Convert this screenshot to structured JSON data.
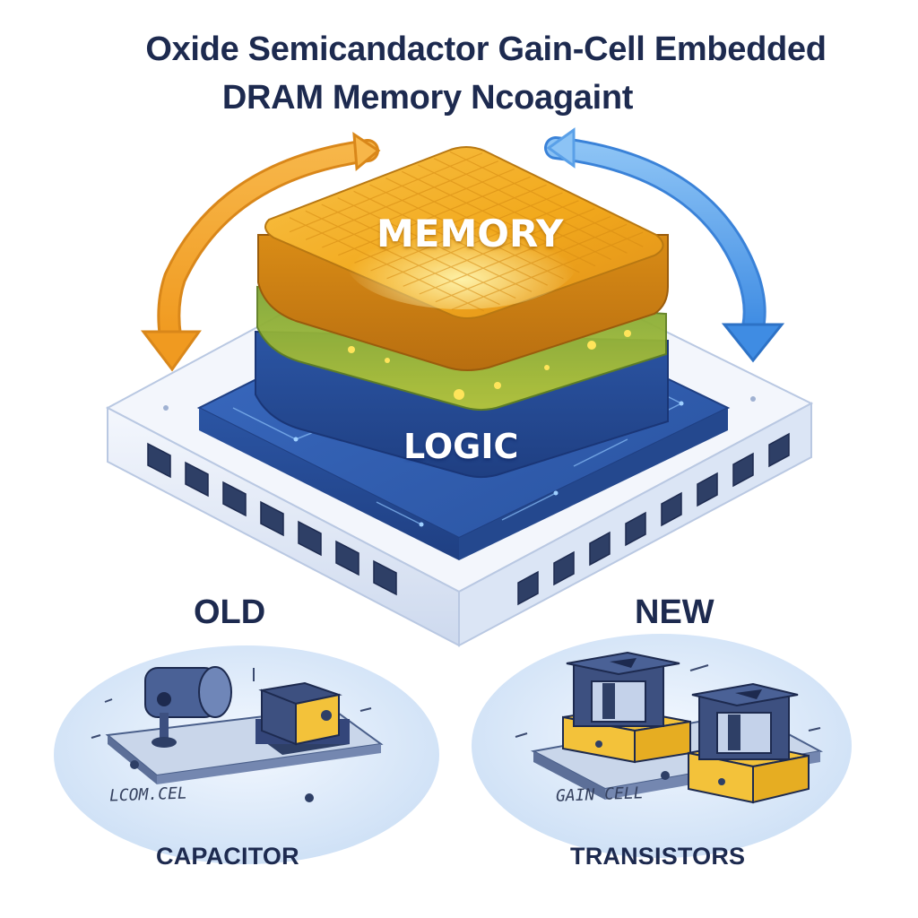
{
  "title": {
    "line1": "Oxide Semicandactor Gain-Cell Embedded",
    "line2": "DRAM Memory Ncoagaint"
  },
  "stack": {
    "top_layer_label": "MEMORY",
    "bottom_layer_label": "LOGIC"
  },
  "comparison": {
    "old": {
      "heading": "OLD",
      "sketch_label": "LCOM.CEL",
      "caption": "CAPACITOR"
    },
    "new": {
      "heading": "NEW",
      "sketch_label": "GAIN CELL",
      "caption": "TRANSISTORS"
    }
  },
  "colors": {
    "title_text": "#1d2a4f",
    "memory_gold": "#f2a91c",
    "logic_blue": "#2f5fb0",
    "interlayer_green": "#8fb33a",
    "arrow_orange": "#f4a533",
    "arrow_blue": "#5aa0e8",
    "base_white": "#eef3fb",
    "ellipse_blue": "#dbe9f9"
  },
  "icons": [
    "curved-arrow-left-icon",
    "curved-arrow-right-icon"
  ]
}
